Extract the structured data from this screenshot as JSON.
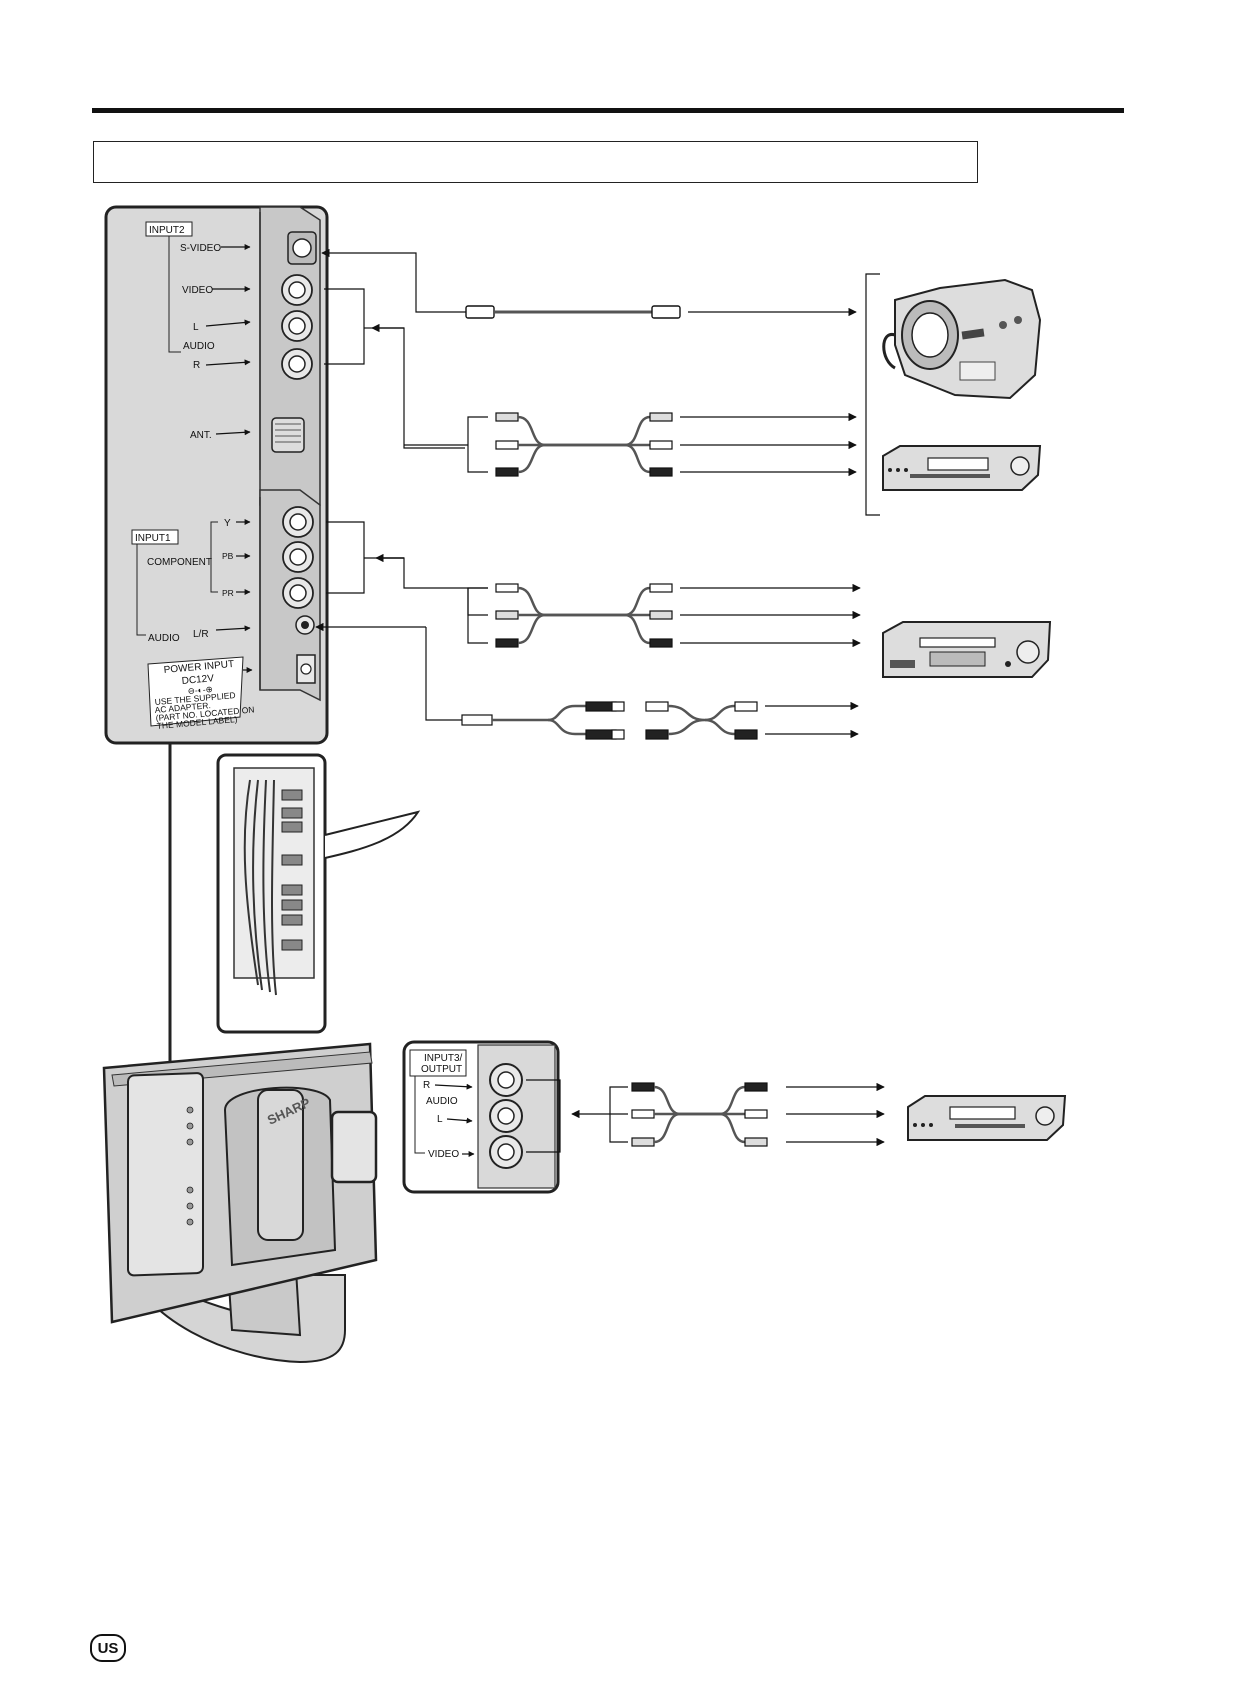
{
  "header": {
    "section_title": ""
  },
  "tv_panel": {
    "input2": {
      "group_label": "INPUT2",
      "s_video": "S-VIDEO",
      "video": "VIDEO",
      "audio_l": "L",
      "audio": "AUDIO",
      "audio_r": "R",
      "ant": "ANT."
    },
    "input1": {
      "group_label": "INPUT1",
      "component": "COMPONENT",
      "y": "Y",
      "pb": "PB",
      "pr": "PR",
      "audio": "AUDIO",
      "audio_lr": "L/R"
    },
    "power": {
      "title": "POWER INPUT",
      "voltage": "DC12V",
      "note_lines": [
        "USE THE SUPPLIED",
        "AC ADAPTER.",
        "(PART NO. LOCATED ON",
        "THE MODEL LABEL)"
      ]
    }
  },
  "input3_panel": {
    "group_label_lines": [
      "INPUT3/",
      "OUTPUT"
    ],
    "r": "R",
    "audio": "AUDIO",
    "l": "L",
    "video": "VIDEO"
  },
  "devices": {
    "camcorder_icon": "camcorder-icon",
    "vcr_icon": "vcr-icon",
    "dvd_icon": "dvd-player-icon",
    "vcr2_icon": "vcr-icon"
  },
  "tv_brand": "SHARP",
  "footer": {
    "region_badge": "US"
  },
  "colors": {
    "panel_fill": "#d9d9d9",
    "outline": "#222222",
    "jack_fill": "#cfcfcf"
  }
}
